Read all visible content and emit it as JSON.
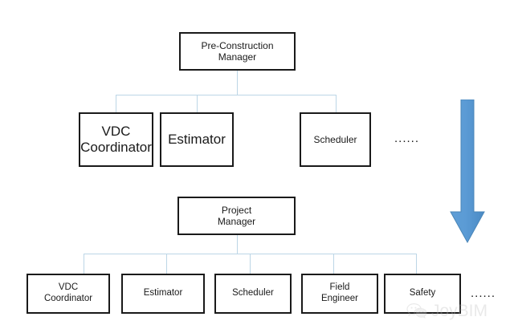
{
  "diagram": {
    "type": "organization-chart",
    "title_visible": false,
    "colors": {
      "box_border": "#1a1a1a",
      "box_fill": "#ffffff",
      "connector": "#bcd6e6",
      "arrow": "#5b9bd5",
      "arrow_border": "#41719c",
      "text": "#1a1a1a",
      "watermark": "#b9b9b9",
      "background": "#ffffff"
    },
    "ellipsis_label": "......",
    "levels": [
      {
        "name": "preconstruction-phase",
        "parent": {
          "label": "Pre-Construction\nManager"
        },
        "children": [
          {
            "label": "VDC\nCoordinator"
          },
          {
            "label": "Estimator"
          },
          {
            "label": "Scheduler"
          }
        ],
        "has_more_indicator": true
      },
      {
        "name": "construction-phase",
        "parent": {
          "label": "Project\nManager"
        },
        "children": [
          {
            "label": "VDC\nCoordinator"
          },
          {
            "label": "Estimator"
          },
          {
            "label": "Scheduler"
          },
          {
            "label": "Field\nEngineer"
          },
          {
            "label": "Safety"
          }
        ],
        "has_more_indicator": true
      }
    ],
    "arrow": {
      "direction": "down",
      "meaning": "phase-progression"
    }
  },
  "watermark": {
    "brand": "JoyBIM",
    "icon": "wechat-icon"
  }
}
